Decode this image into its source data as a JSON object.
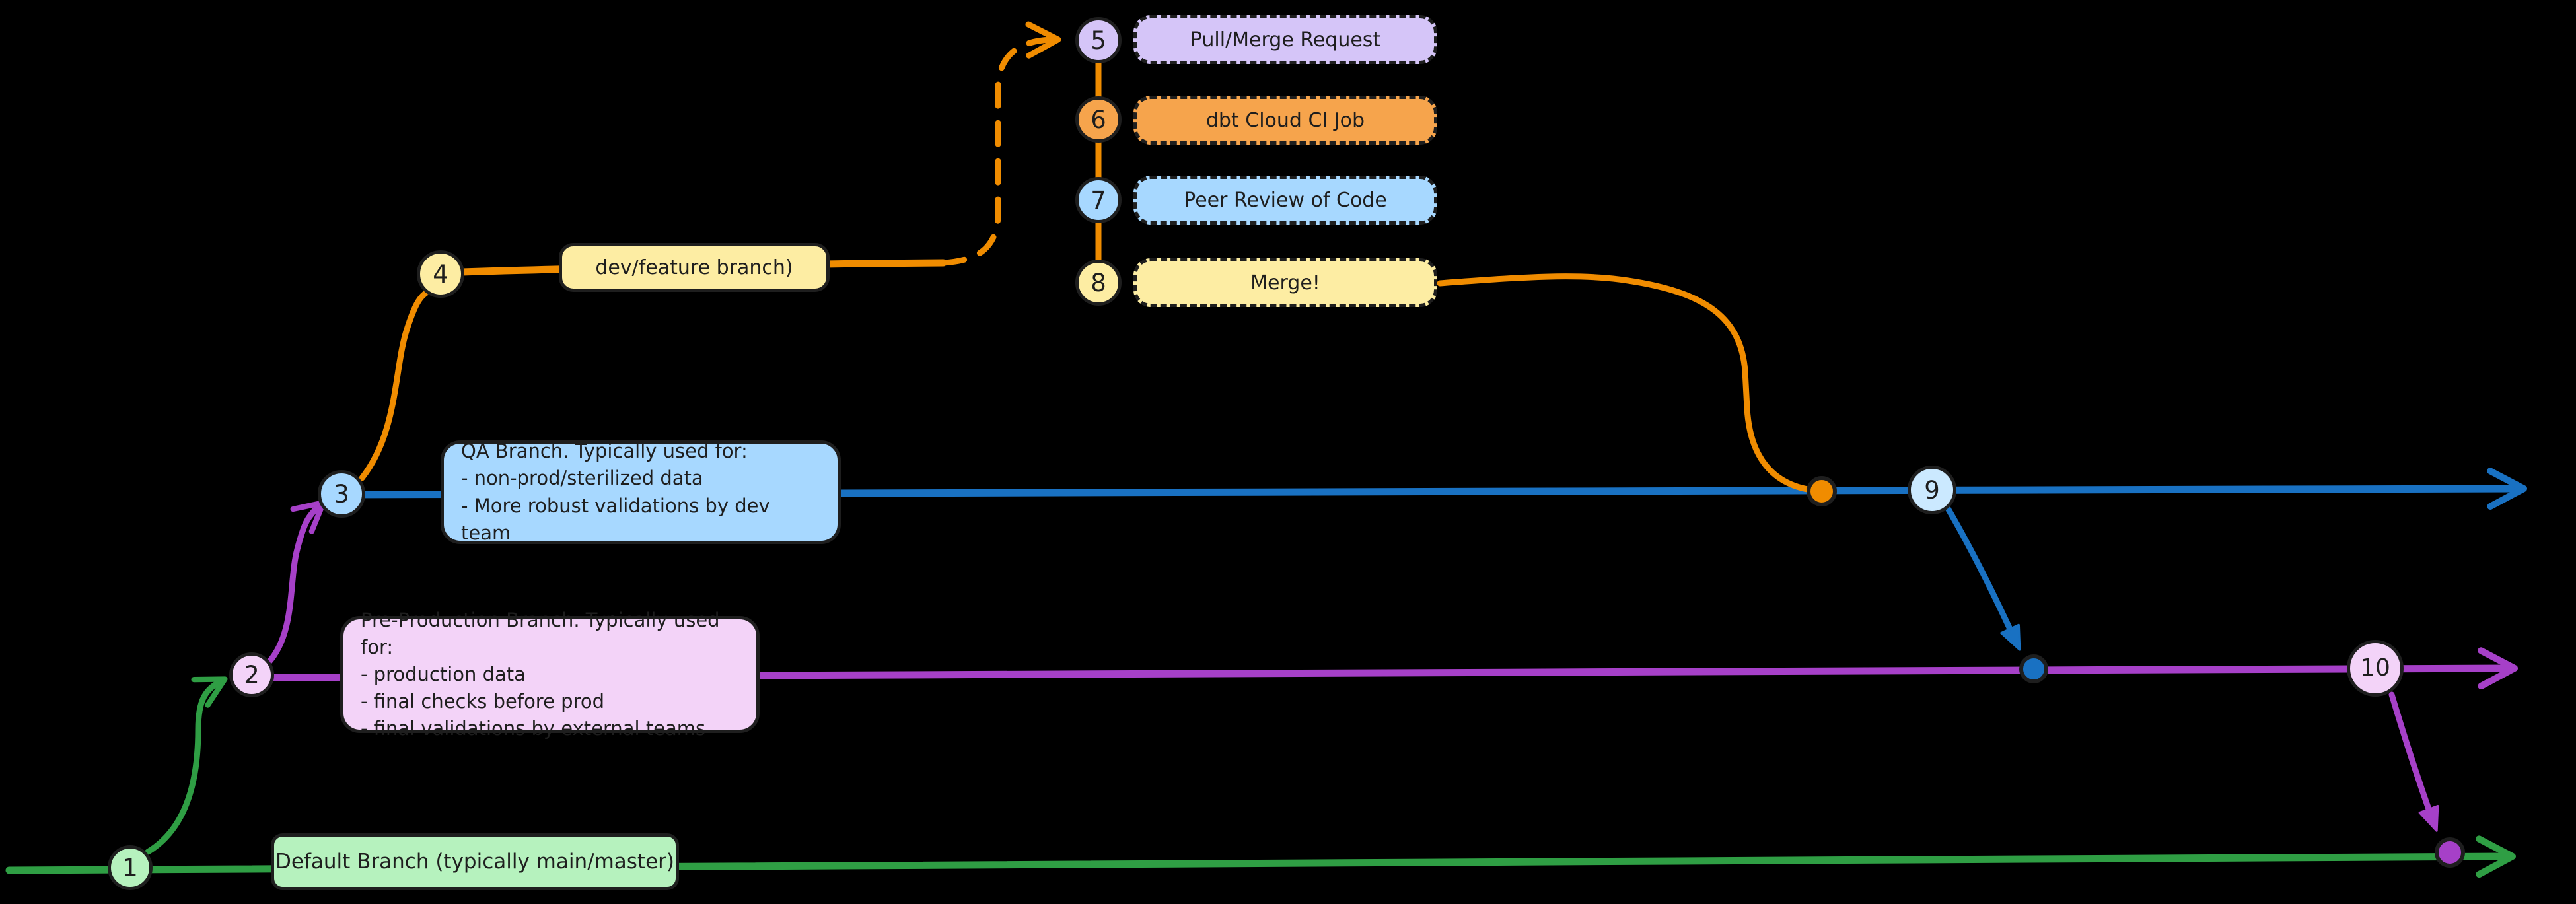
{
  "palette": {
    "bg": "#000000",
    "ink": "#1e1e1e",
    "green-line": "#2f9e44",
    "green-fill": "#b6f2be",
    "purple-line": "#a640c8",
    "pink-fill": "#f3d3f8",
    "blue-line": "#1971c2",
    "blue-fill": "#a7d8ff",
    "blue-fill-light": "#cbe9ff",
    "orange-line": "#f08c00",
    "orange-fill": "#f6a44c",
    "yellow-fill": "#fdeda3",
    "violet-fill": "#d5c5f8"
  },
  "nodes": [
    "1",
    "2",
    "3",
    "4",
    "5",
    "6",
    "7",
    "8",
    "9",
    "10"
  ],
  "steps": [
    "Pull/Merge Request",
    "dbt Cloud CI Job",
    "Peer Review of Code",
    "Merge!"
  ],
  "branches": {
    "feature": {
      "label": "dev/feature branch)"
    },
    "qa": {
      "title": "QA Branch. Typically used for:",
      "items": [
        "- non-prod/sterilized data",
        "- More robust validations by dev team"
      ]
    },
    "preprod": {
      "title": "Pre-Production Branch. Typically used for:",
      "items": [
        "- production data",
        "- final checks before prod",
        "- final validations by external teams"
      ]
    },
    "default": {
      "label": "Default Branch (typically main/master)"
    }
  }
}
